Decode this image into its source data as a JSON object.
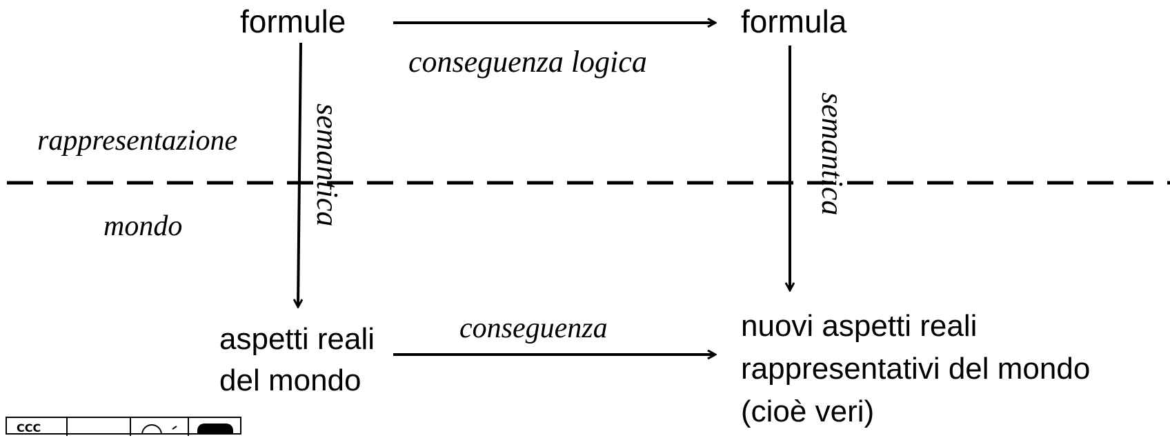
{
  "nodes": {
    "formule": "formule",
    "formula": "formula",
    "aspetti_reali_line1": "aspetti reali",
    "aspetti_reali_line2": "del mondo",
    "nuovi_line1": "nuovi aspetti reali",
    "nuovi_line2": "rappresentativi del mondo",
    "nuovi_line3": "(cioè veri)"
  },
  "edges": {
    "conseguenza_logica": "conseguenza logica",
    "conseguenza": "conseguenza",
    "semantica_left": "semantica",
    "semantica_right": "semantica"
  },
  "regions": {
    "upper": "rappresentazione",
    "lower": "mondo"
  },
  "license_badge": {
    "icons": [
      "cc-icon",
      "by-icon",
      "nc-icon",
      "sa-icon"
    ]
  }
}
